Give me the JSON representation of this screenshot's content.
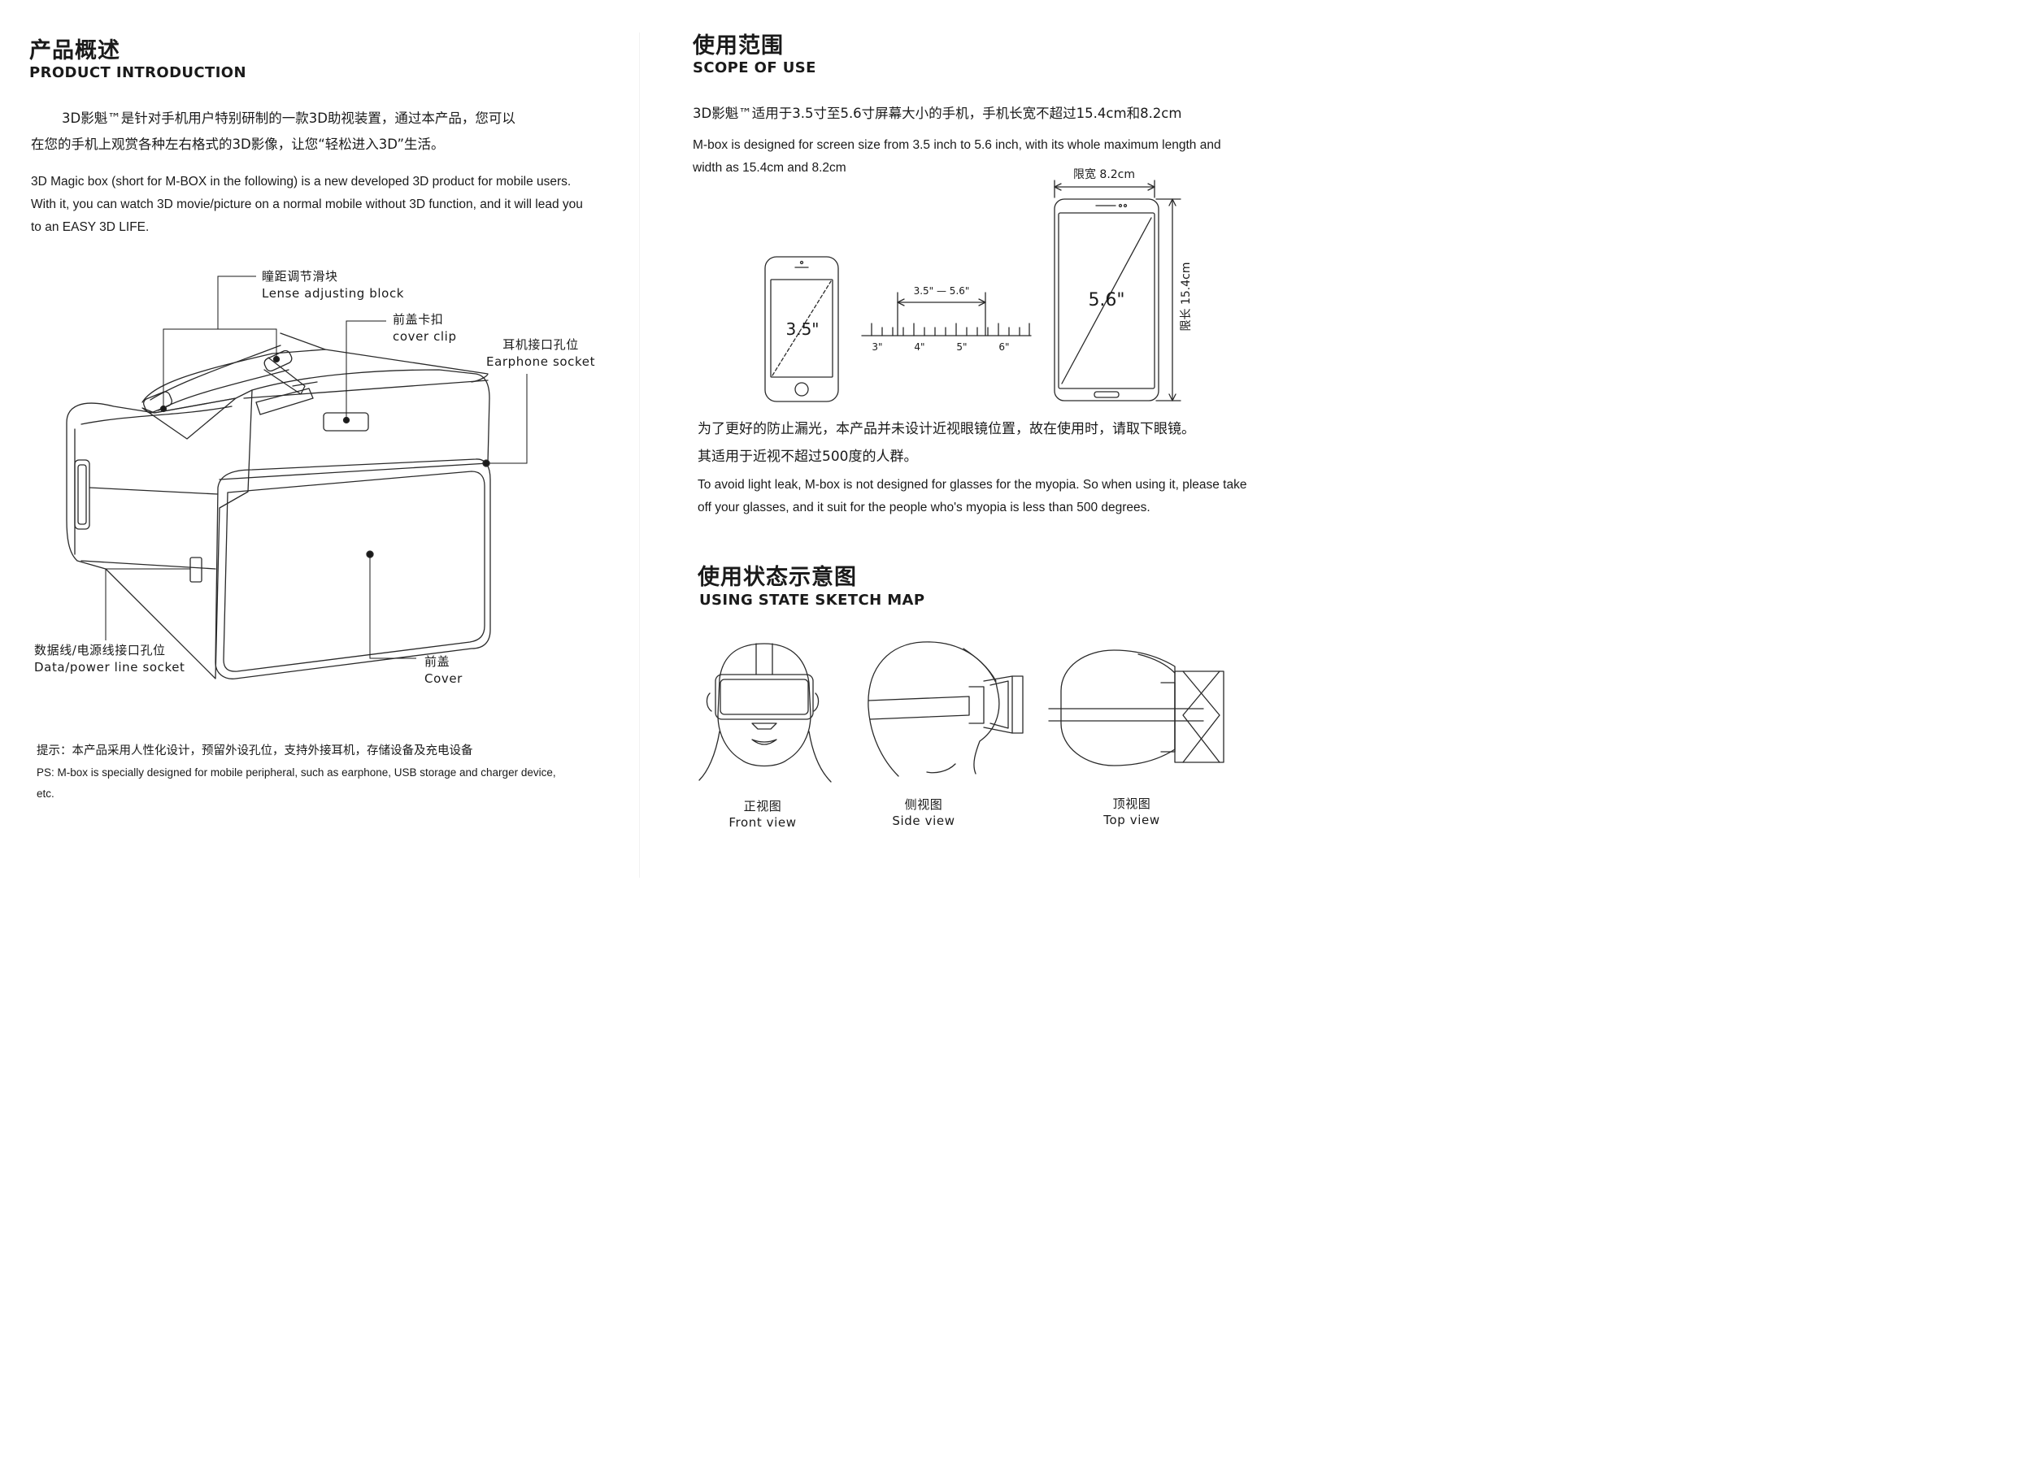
{
  "intro": {
    "title_cn": "产品概述",
    "title_en": "PRODUCT INTRODUCTION",
    "para_cn_1": "3D影魁™是针对手机用户特别研制的一款3D助视装置，通过本产品，您可以",
    "para_cn_2": "在您的手机上观赏各种左右格式的3D影像，让您“轻松进入3D”生活。",
    "para_en": "3D Magic box (short for M-BOX in the following) is a new developed 3D product for mobile users. With it, you can watch 3D movie/picture on a normal mobile without 3D function, and it will lead you to an EASY 3D LIFE."
  },
  "labels": {
    "lens_cn": "瞳距调节滑块",
    "lens_en": "Lense adjusting block",
    "clip_cn": "前盖卡扣",
    "clip_en": "cover clip",
    "ear_cn": "耳机接口孔位",
    "ear_en": "Earphone socket",
    "data_cn": "数据线/电源线接口孔位",
    "data_en": "Data/power line socket",
    "cover_cn": "前盖",
    "cover_en": "Cover"
  },
  "tip": {
    "cn": "提示：本产品采用人性化设计，预留外设孔位，支持外接耳机，存储设备及充电设备",
    "en": "PS: M-box is specially designed for mobile peripheral, such as earphone, USB storage and charger device, etc."
  },
  "scope": {
    "title_cn": "使用范围",
    "title_en": "SCOPE OF USE",
    "para_cn": "3D影魁™适用于3.5寸至5.6寸屏幕大小的手机，手机长宽不超过15.4cm和8.2cm",
    "para_en": "M-box is designed for screen size from 3.5 inch to 5.6 inch, with its whole maximum length and width as 15.4cm and 8.2cm",
    "width_label": "限宽 8.2cm",
    "length_label": "限长 15.4cm",
    "small_size": "3.5\"",
    "large_size": "5.6\"",
    "range_label": "3.5\" — 5.6\"",
    "ticks": [
      "3\"",
      "4\"",
      "5\"",
      "6\""
    ]
  },
  "myopia": {
    "cn_1": "为了更好的防止漏光，本产品并未设计近视眼镜位置，故在使用时，请取下眼镜。",
    "cn_2": "其适用于近视不超过500度的人群。",
    "en": "To avoid light leak, M-box is not designed for glasses for the myopia. So when using it, please take off your glasses, and it suit for the people who's myopia is less than 500 degrees."
  },
  "sketch": {
    "title_cn": "使用状态示意图",
    "title_en": "USING STATE  SKETCH MAP",
    "front_cn": "正视图",
    "front_en": "Front view",
    "side_cn": "侧视图",
    "side_en": "Side view",
    "top_cn": "顶视图",
    "top_en": "Top view"
  }
}
